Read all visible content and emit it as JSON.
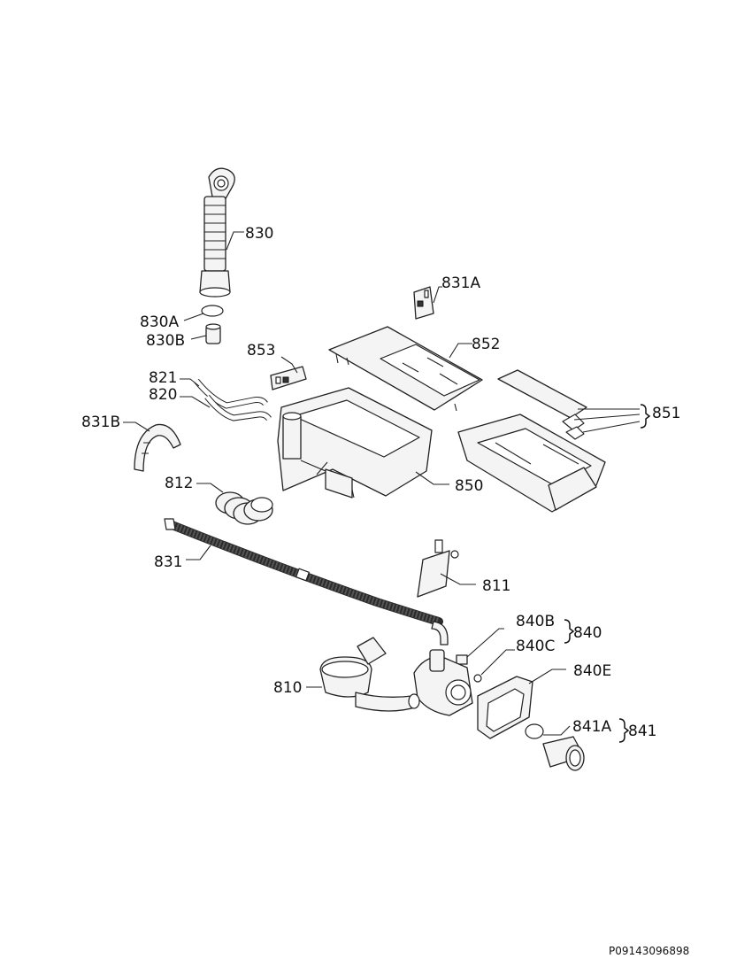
{
  "labels": {
    "l830": "830",
    "l830a": "830A",
    "l830b": "830B",
    "l831a": "831A",
    "l852": "852",
    "l853": "853",
    "l821": "821",
    "l820": "820",
    "l851": "851",
    "l831b": "831B",
    "l850": "850",
    "l812": "812",
    "l831": "831",
    "l811": "811",
    "l840b": "840B",
    "l840": "840",
    "l840c": "840C",
    "l840e": "840E",
    "l810": "810",
    "l841a": "841A",
    "l841": "841"
  },
  "drawing_code": "P09143096898"
}
